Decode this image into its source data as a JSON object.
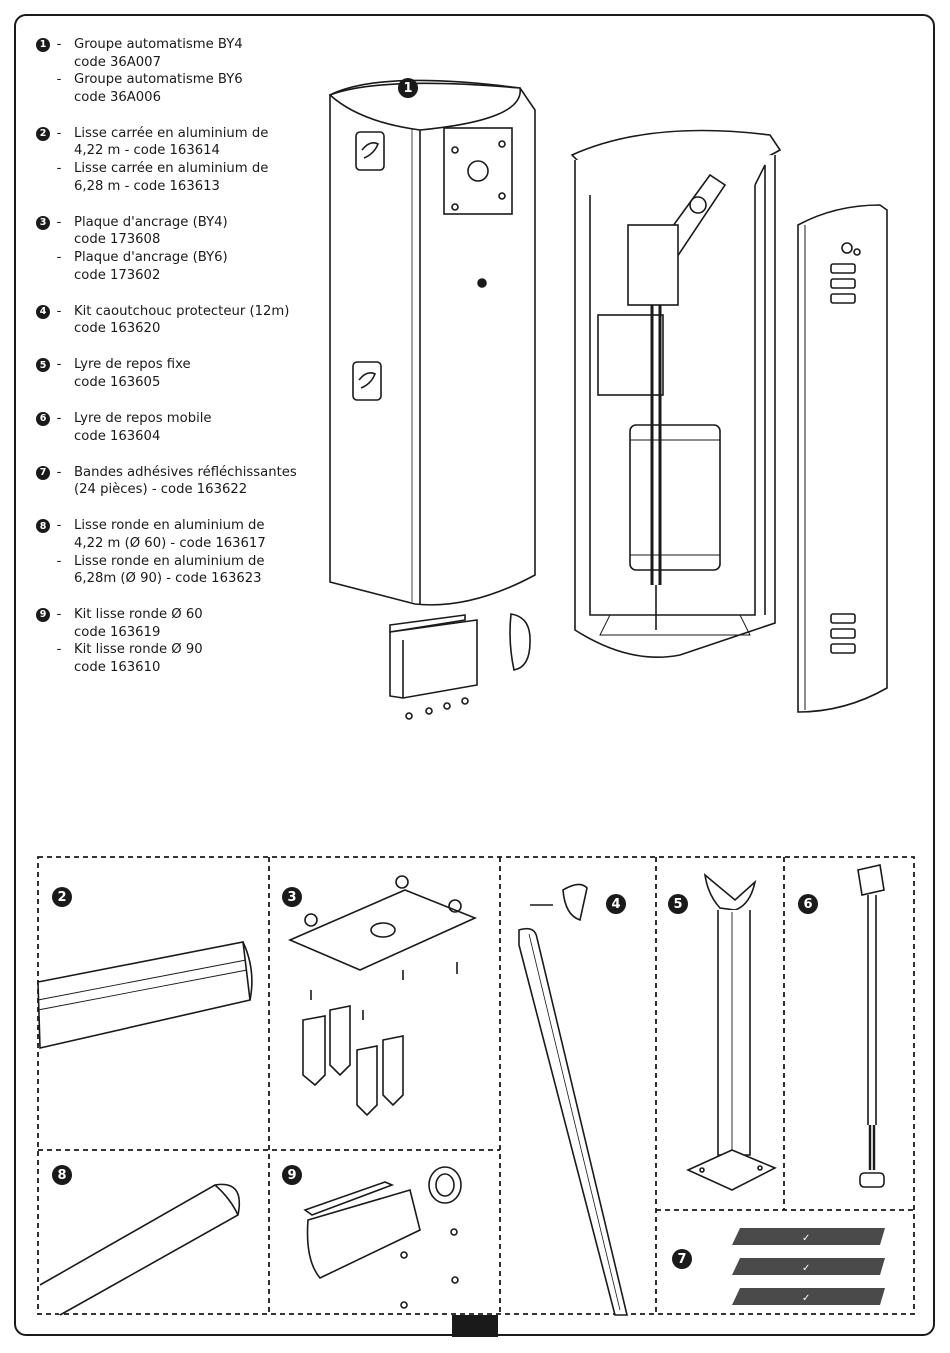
{
  "components": [
    {
      "number": "1",
      "lines": [
        {
          "dash": true,
          "text": "Groupe automatisme BY4"
        },
        {
          "dash": false,
          "text": "code 36A007"
        },
        {
          "dash": true,
          "text": "Groupe automatisme BY6"
        },
        {
          "dash": false,
          "text": "code 36A006"
        }
      ]
    },
    {
      "number": "2",
      "lines": [
        {
          "dash": true,
          "text": "Lisse carrée en aluminium de"
        },
        {
          "dash": false,
          "text": "4,22 m - code 163614"
        },
        {
          "dash": true,
          "text": "Lisse carrée en aluminium de"
        },
        {
          "dash": false,
          "text": "6,28 m - code 163613"
        }
      ]
    },
    {
      "number": "3",
      "lines": [
        {
          "dash": true,
          "text": "Plaque d'ancrage (BY4)"
        },
        {
          "dash": false,
          "text": "code 173608"
        },
        {
          "dash": true,
          "text": "Plaque d'ancrage (BY6)"
        },
        {
          "dash": false,
          "text": "code 173602"
        }
      ]
    },
    {
      "number": "4",
      "lines": [
        {
          "dash": true,
          "text": "Kit caoutchouc protecteur (12m)"
        },
        {
          "dash": false,
          "text": "code 163620"
        }
      ]
    },
    {
      "number": "5",
      "lines": [
        {
          "dash": true,
          "text": "Lyre de repos fixe"
        },
        {
          "dash": false,
          "text": "code 163605"
        }
      ]
    },
    {
      "number": "6",
      "lines": [
        {
          "dash": true,
          "text": "Lyre de repos mobile"
        },
        {
          "dash": false,
          "text": "code 163604"
        }
      ]
    },
    {
      "number": "7",
      "lines": [
        {
          "dash": true,
          "text": "Bandes adhésives réfléchissantes"
        },
        {
          "dash": false,
          "text": "(24 pièces) - code 163622"
        }
      ]
    },
    {
      "number": "8",
      "lines": [
        {
          "dash": true,
          "text": "Lisse ronde en aluminium de"
        },
        {
          "dash": false,
          "text": "4,22 m (Ø 60) - code 163617"
        },
        {
          "dash": true,
          "text": "Lisse ronde en aluminium de"
        },
        {
          "dash": false,
          "text": "6,28m (Ø 90) - code 163623"
        }
      ]
    },
    {
      "number": "9",
      "lines": [
        {
          "dash": true,
          "text": "Kit lisse ronde Ø 60"
        },
        {
          "dash": false,
          "text": "code 163619"
        },
        {
          "dash": true,
          "text": "Kit lisse ronde Ø 90"
        },
        {
          "dash": false,
          "text": "code 163610"
        }
      ]
    }
  ],
  "dash_symbol": "-",
  "labels": {
    "main": "1",
    "p2": "2",
    "p3": "3",
    "p4": "4",
    "p5": "5",
    "p6": "6",
    "p7": "7",
    "p8": "8",
    "p9": "9"
  },
  "colors": {
    "ink": "#1a1a1a",
    "reflective_tape": "#4a4a4a",
    "background": "#ffffff"
  },
  "icons": [
    "came-logo-icon",
    "reflective-tape-logo-icon"
  ]
}
